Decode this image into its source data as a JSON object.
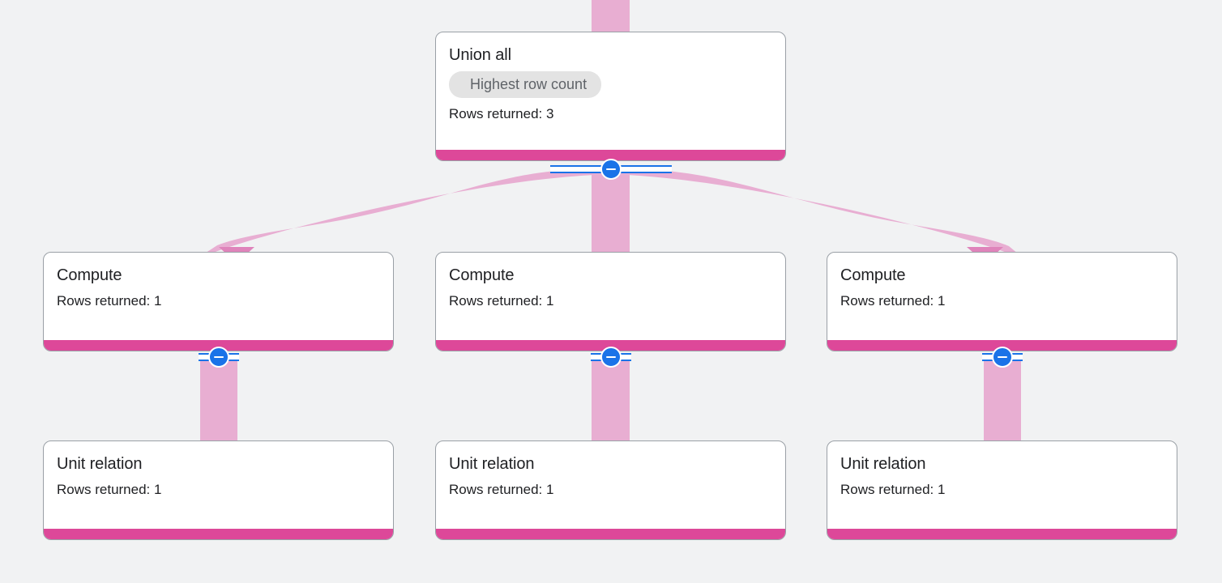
{
  "theme": {
    "background": "#f1f2f3",
    "node_fill": "#ffffff",
    "node_border": "#9aa0a6",
    "accent_bar": "#dd4899",
    "edge_ribbon": "#e8aed2",
    "chip_fill": "#e3e3e3",
    "chip_text": "#5f6368",
    "toggle_blue": "#1a73e8",
    "text": "#202124"
  },
  "graph": {
    "type": "query-execution-plan-tree",
    "nodes": [
      {
        "id": "union-all",
        "title": "Union all",
        "badge": "Highest row count",
        "stat": "Rows returned: 3",
        "row": 0,
        "column": 1
      },
      {
        "id": "compute-left",
        "title": "Compute",
        "badge": null,
        "stat": "Rows returned: 1",
        "row": 1,
        "column": 0
      },
      {
        "id": "compute-center",
        "title": "Compute",
        "badge": null,
        "stat": "Rows returned: 1",
        "row": 1,
        "column": 1
      },
      {
        "id": "compute-right",
        "title": "Compute",
        "badge": null,
        "stat": "Rows returned: 1",
        "row": 1,
        "column": 2
      },
      {
        "id": "unit-relation-left",
        "title": "Unit relation",
        "badge": null,
        "stat": "Rows returned: 1",
        "row": 2,
        "column": 0
      },
      {
        "id": "unit-relation-center",
        "title": "Unit relation",
        "badge": null,
        "stat": "Rows returned: 1",
        "row": 2,
        "column": 1
      },
      {
        "id": "unit-relation-right",
        "title": "Unit relation",
        "badge": null,
        "stat": "Rows returned: 1",
        "row": 2,
        "column": 2
      }
    ],
    "edges": [
      {
        "from": "union-all",
        "to": "compute-left"
      },
      {
        "from": "union-all",
        "to": "compute-center"
      },
      {
        "from": "union-all",
        "to": "compute-right"
      },
      {
        "from": "compute-left",
        "to": "unit-relation-left"
      },
      {
        "from": "compute-center",
        "to": "unit-relation-center"
      },
      {
        "from": "compute-right",
        "to": "unit-relation-right"
      }
    ],
    "toggles": [
      {
        "id": "toggle-union-all",
        "node": "union-all",
        "state": "expanded",
        "glyph": "minus"
      },
      {
        "id": "toggle-compute-left",
        "node": "compute-left",
        "state": "expanded",
        "glyph": "minus"
      },
      {
        "id": "toggle-compute-center",
        "node": "compute-center",
        "state": "expanded",
        "glyph": "minus"
      },
      {
        "id": "toggle-compute-right",
        "node": "compute-right",
        "state": "expanded",
        "glyph": "minus"
      }
    ]
  }
}
